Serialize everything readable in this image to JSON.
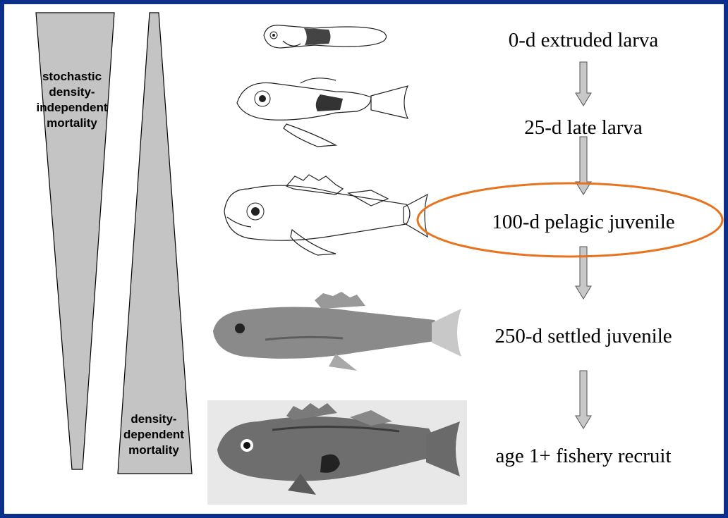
{
  "mortality_labels": {
    "stochastic": [
      "stochastic",
      "density-",
      "independent",
      "mortality"
    ],
    "density_dependent": [
      "density-",
      "dependent",
      "mortality"
    ]
  },
  "stages": [
    "0-d extruded larva",
    "25-d late larva",
    "100-d pelagic juvenile",
    "250-d settled juvenile",
    "age 1+ fishery recruit"
  ],
  "colors": {
    "border": "#0b2f8a",
    "wedge_fill": "#c4c4c4",
    "highlight_ellipse": "#e8731f",
    "arrow_fill": "#c8c8c8"
  },
  "highlighted_stage": "100-d pelagic juvenile",
  "fish_illustrations": [
    "fish-larva-0d-illustration",
    "fish-larva-25d-illustration",
    "fish-pelagic-juvenile-illustration",
    "fish-settled-juvenile-illustration",
    "fish-recruit-illustration"
  ]
}
